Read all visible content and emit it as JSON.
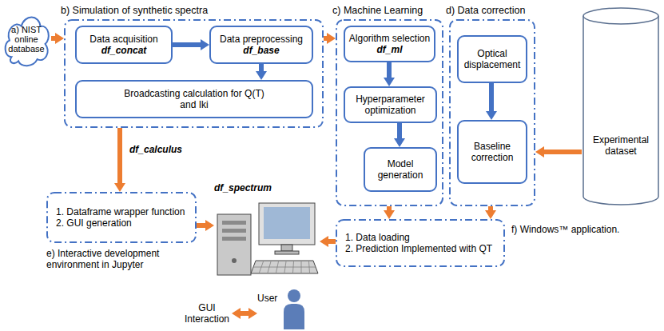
{
  "diagram": {
    "nodes": [
      {
        "text": [
          "a) NIST online database"
        ]
      },
      {
        "text": [
          "b) Simulation of synthetic spectra"
        ]
      },
      {
        "text": [
          "Data acquisition",
          "df_concat"
        ],
        "in": 1
      },
      {
        "text": [
          "Data preprocessing",
          "df_base"
        ],
        "in": 1
      },
      {
        "text": [
          "Broadcasting calculation for Q(T) and Iki"
        ],
        "in": 1
      },
      {
        "text": [
          "c) Machine Learning"
        ]
      },
      {
        "text": [
          "Algorithm selection",
          "df_ml"
        ],
        "in": 5
      },
      {
        "text": [
          "Hyperparameter optimization"
        ],
        "in": 5
      },
      {
        "text": [
          "Model generation"
        ],
        "in": 5
      },
      {
        "text": [
          "d) Data correction"
        ]
      },
      {
        "text": [
          "Optical displacement"
        ],
        "in": 9
      },
      {
        "text": [
          "Baseline correction"
        ],
        "in": 9
      },
      {
        "text": [
          "Experimental dataset"
        ]
      },
      {
        "text": [
          "1. Dataframe wrapper function",
          "2. GUI generation",
          "e) Interactive development environment in Jupyter"
        ]
      },
      {
        "text": [
          "df_spectrum"
        ]
      },
      {
        "text": [
          "1. Data loading",
          "2. Prediction Implemented with QT",
          "f) Windows™ application."
        ]
      },
      {
        "text": [
          "User"
        ]
      },
      {
        "text": [
          "GUI Interaction"
        ]
      }
    ],
    "edges": [
      {
        "from": 0,
        "to": 1,
        "arrow": "to"
      },
      {
        "from": 2,
        "to": 3,
        "arrow": "to"
      },
      {
        "from": 3,
        "to": 4,
        "arrow": "to"
      },
      {
        "from": 1,
        "to": 5,
        "arrow": "to"
      },
      {
        "from": 6,
        "to": 7,
        "arrow": "to"
      },
      {
        "from": 7,
        "to": 8,
        "arrow": "to"
      },
      {
        "from": 12,
        "to": 9,
        "arrow": "to"
      },
      {
        "from": 10,
        "to": 11,
        "arrow": "to"
      },
      {
        "from": 1,
        "to": 13,
        "label": "df_calculus",
        "arrow": "to"
      },
      {
        "from": 13,
        "to": 14,
        "arrow": "to"
      },
      {
        "from": 5,
        "to": 15,
        "arrow": "to"
      },
      {
        "from": 9,
        "to": 15,
        "arrow": "to"
      },
      {
        "from": 15,
        "to": 14,
        "arrow": "to"
      },
      {
        "from": 17,
        "to": 16,
        "arrow": "both"
      }
    ]
  }
}
